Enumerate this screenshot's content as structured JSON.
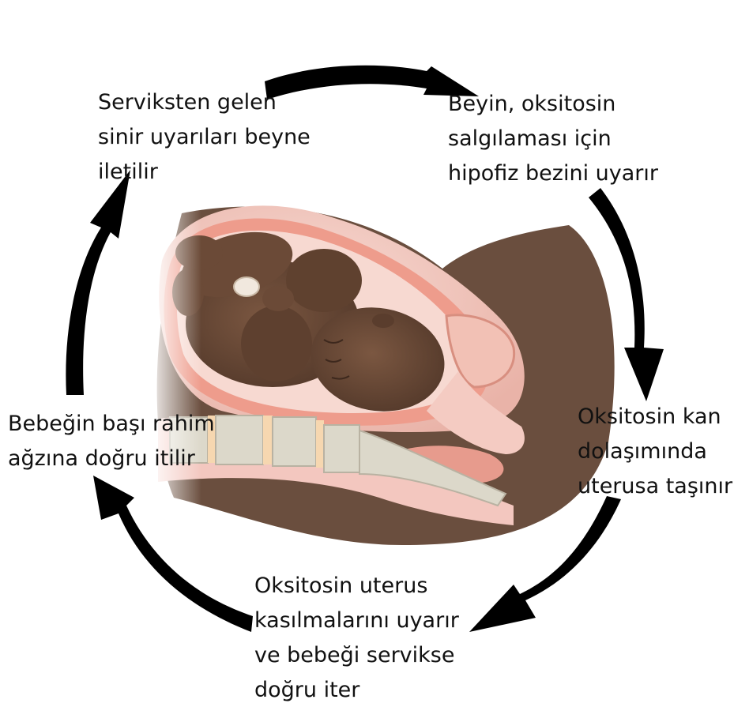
{
  "diagram": {
    "steps": [
      {
        "lines": [
          "Servіksten gelen",
          "sinir uyarıları beyne",
          "iletilir"
        ]
      },
      {
        "lines": [
          "Beyin, oksitosin",
          "salgılaması için",
          "hipofiz bezini uyarır"
        ]
      },
      {
        "lines": [
          "Oksitosin kan",
          "dolaşımında",
          "uterusa taşınır"
        ]
      },
      {
        "lines": [
          "Oksitosin uterus",
          "kasılmalarını uyarır",
          "ve bebeği servikse",
          "doğru iter"
        ]
      },
      {
        "lines": [
          "Bebeğin başı rahim",
          "ağzına doğru itilir"
        ]
      }
    ],
    "colors": {
      "arrow": "#000000",
      "text": "#111111",
      "body_shadow": "#6a4e3e",
      "skin_pink": "#f3c7bf",
      "uterus_wall": "#ee9c8c",
      "amniotic": "#f7d9d1",
      "fetus_skin": "#6b4a37",
      "fetus_shadow": "#4c3326",
      "spine_bone": "#dcd8ca",
      "disc": "#f6d7b0"
    }
  }
}
